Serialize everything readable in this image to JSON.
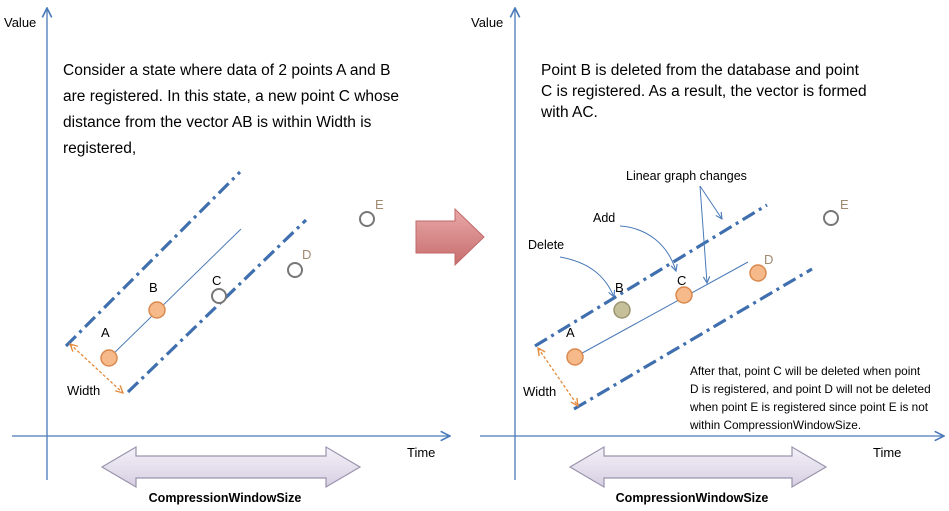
{
  "colors": {
    "axis": "#4a7ab8",
    "dashdot": "#3f6fae",
    "vector_line": "#4a7ab8",
    "point_registered_fill": "#f6b98a",
    "point_registered_stroke": "#d9894e",
    "point_deleted_fill": "#c5c09a",
    "point_deleted_stroke": "#9a9570",
    "point_new_fill": "#ffffff",
    "point_new_stroke": "#777777",
    "width_arrow": "#e58a3c",
    "label_faded": "#a08a70",
    "big_arrow_fill": "#d98a8a",
    "window_arrow_fill": "#e8e2f0",
    "window_arrow_stroke": "#9a93ad"
  },
  "left_panel": {
    "y_axis_label": "Value",
    "x_axis_label": "Time",
    "description": [
      "Consider a state where data of 2 points A and B",
      "are registered.  In this state, a new point C whose",
      "distance from the vector AB is within Width is",
      "registered,"
    ],
    "points": {
      "A": "A",
      "B": "B",
      "C": "C",
      "D": "D",
      "E": "E"
    },
    "width_label": "Width",
    "window_label": "CompressionWindowSize"
  },
  "center_arrow_icon": "right-arrow-icon",
  "right_panel": {
    "y_axis_label": "Value",
    "x_axis_label": "Time",
    "description": [
      "Point B is deleted from the database and point",
      "C is registered.  As a result, the vector is formed",
      "with AC."
    ],
    "points": {
      "A": "A",
      "B": "B",
      "C": "C",
      "D": "D",
      "E": "E"
    },
    "annotations": {
      "linear_graph_changes": "Linear graph changes",
      "add": "Add",
      "delete": "Delete"
    },
    "width_label": "Width",
    "note": [
      "After that, point C will be deleted when point",
      "D is registered, and point D will not be deleted",
      "when point E is registered since point E is not",
      "within CompressionWindowSize."
    ],
    "window_label": "CompressionWindowSize"
  }
}
